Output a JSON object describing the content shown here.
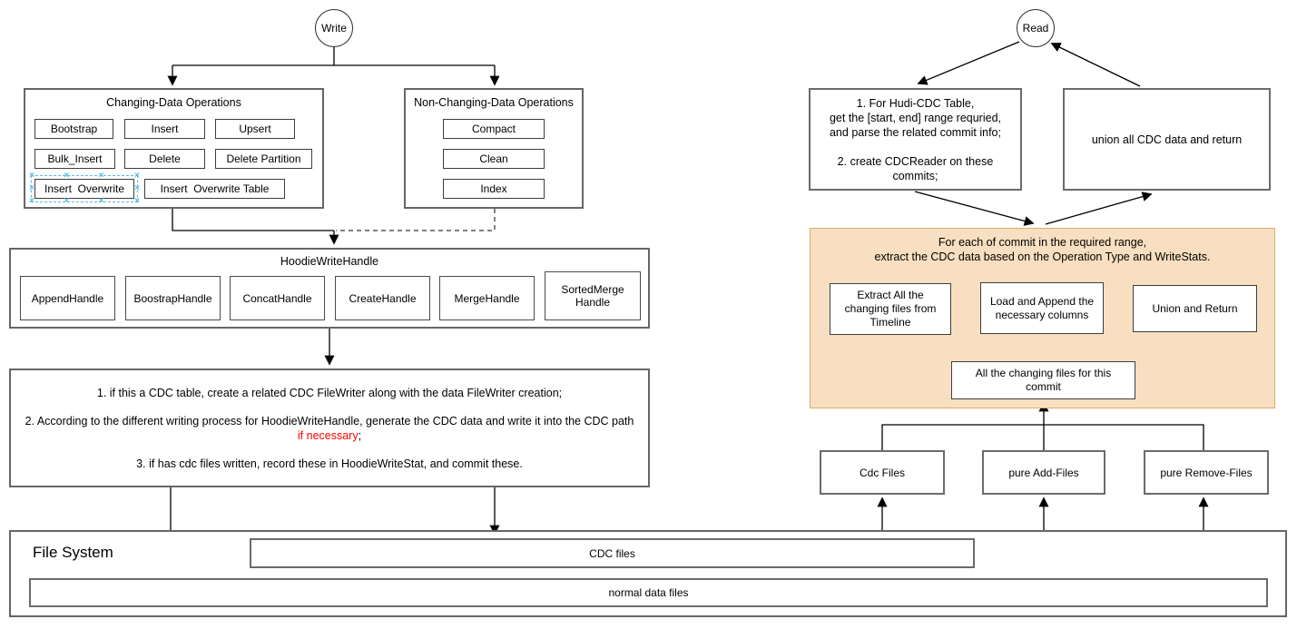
{
  "diagram": {
    "colors": {
      "orange_fill": "#F9DFC1",
      "orange_stroke": "#D4AF6D",
      "selection_blue": "#5BB8E8",
      "highlight_red": "#FF0000",
      "container_stroke": "#666666"
    },
    "write": {
      "node": "Write",
      "changing": {
        "title": "Changing-Data Operations",
        "ops": [
          "Bootstrap",
          "Insert",
          "Upsert",
          "Bulk_Insert",
          "Delete",
          "Delete Partition",
          "Insert  Overwrite",
          "Insert  Overwrite Table"
        ]
      },
      "non_changing": {
        "title": "Non-Changing-Data Operations",
        "ops": [
          "Compact",
          "Clean",
          "Index"
        ]
      },
      "handle": {
        "title": "HoodieWriteHandle",
        "handles": [
          "AppendHandle",
          "BoostrapHandle",
          "ConcatHandle",
          "CreateHandle",
          "MergeHandle",
          "SortedMerge\nHandle"
        ]
      },
      "steps": {
        "s1": "1. if this a CDC table, create a related CDC FileWriter along with the data FileWriter creation;",
        "s2_pre": "2. According to the different writing process for HoodieWriteHandle, generate the CDC data and write it into the CDC path ",
        "s2_red": "if necessary",
        "s2_post": ";",
        "s3": "3. if has cdc files written, record these in HoodieWriteStat, and commit these."
      }
    },
    "read": {
      "node": "Read",
      "prepare": "1. For Hudi-CDC Table,\nget the [start, end] range requried,\nand parse the related commit info;\n\n2. create CDCReader on these\ncommits;",
      "union_return": "union all CDC data and return",
      "per_commit": {
        "title": "For each of commit in the required range,\nextract the CDC data based on the Operation Type and WriteStats.",
        "extract": "Extract All the\nchanging files from\nTimeline",
        "load": "Load and Append the\nnecessary columns",
        "union": "Union and Return",
        "changing_files": "All the changing files for this\ncommit"
      },
      "files": [
        "Cdc Files",
        "pure Add-Files",
        "pure Remove-Files"
      ]
    },
    "filesystem": {
      "title": "File System",
      "cdc": "CDC files",
      "normal": "normal data files"
    }
  }
}
